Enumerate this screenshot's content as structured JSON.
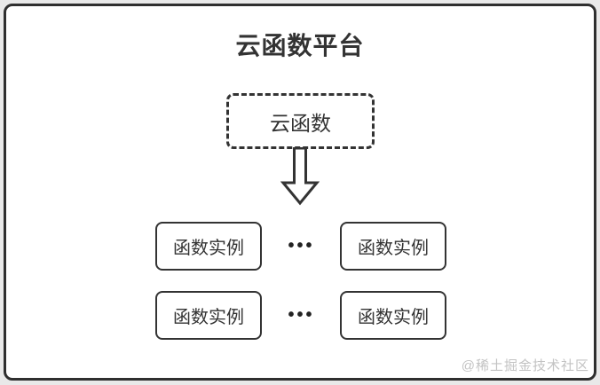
{
  "title": "云函数平台",
  "platform": {
    "cloud_function": {
      "label": "云函数"
    },
    "instances": {
      "rows": [
        {
          "left": "函数实例",
          "dots": "•••",
          "right": "函数实例"
        },
        {
          "left": "函数实例",
          "dots": "•••",
          "right": "函数实例"
        }
      ]
    }
  },
  "watermark": "@稀土掘金技术社区",
  "colors": {
    "frame_border": "#2f2f2f",
    "shape_border": "#333333",
    "text": "#333333",
    "watermark": "#c3c3c3",
    "page_background": "#e9e9e9",
    "canvas_background": "#ffffff"
  }
}
